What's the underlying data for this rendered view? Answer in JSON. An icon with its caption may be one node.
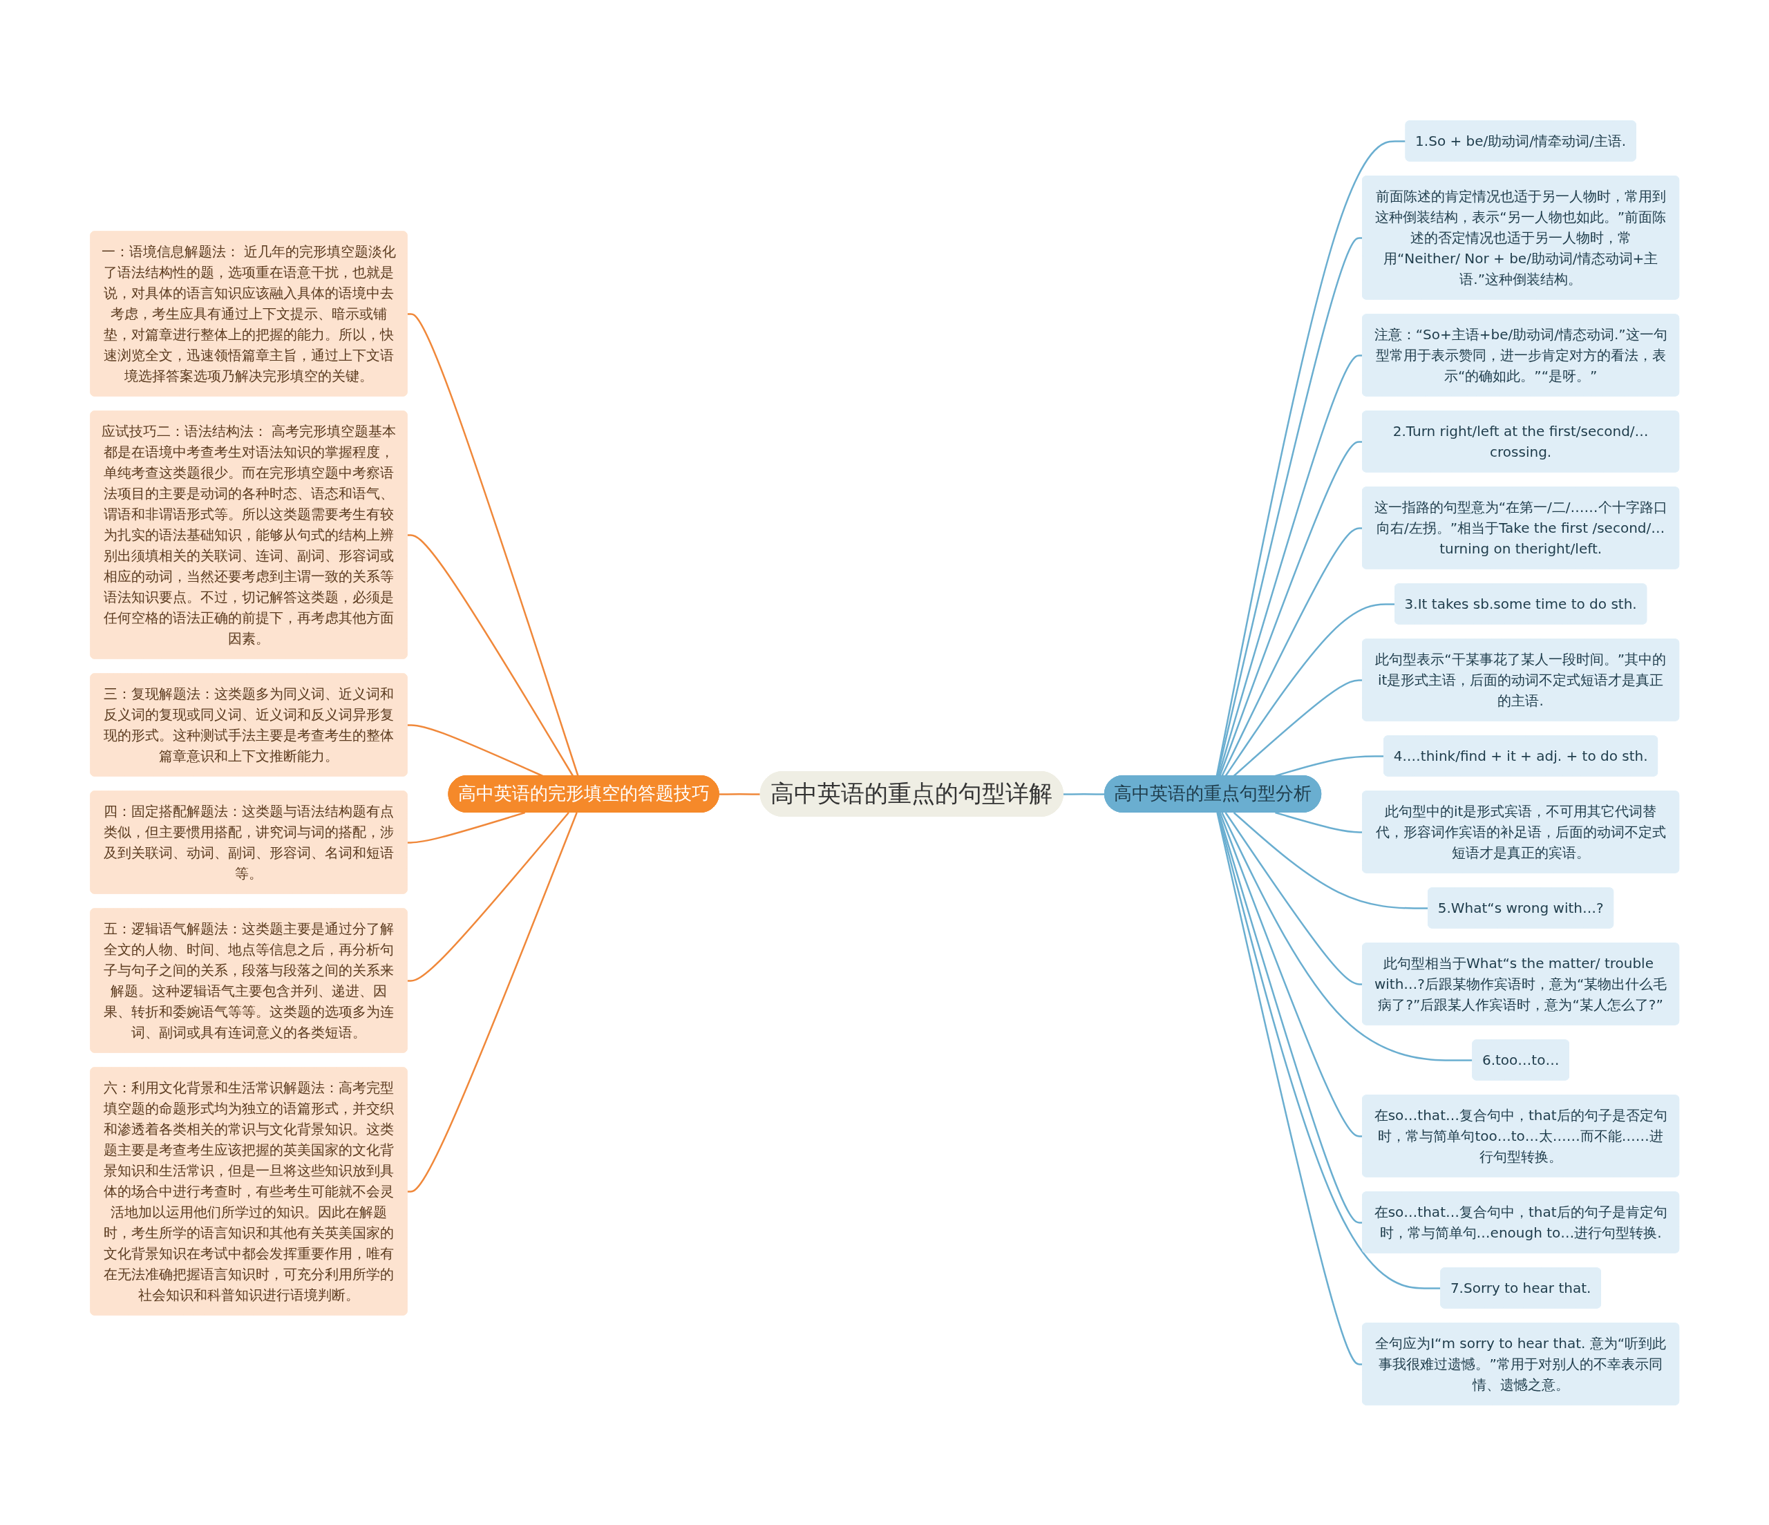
{
  "diagram": {
    "nodes": [
      {
        "text": [
          "高中英语的重点的句型详解"
        ]
      },
      {
        "text": [
          "高中英语的完形填空的答题技巧"
        ]
      },
      {
        "text": [
          "一：语境信息解题法： 近几年的完形填空题淡化了语法结构性的题，选项重在语意干扰，也就是说，对具体的语言知识应该融入具体的语境中去考虑，考生应具有通过上下文提示、暗示或铺垫，对篇章进行整体上的把握的能力。所以，快速浏览全文，迅速领悟篇章主旨，通过上下文语境选择答案选项乃解决完形填空的关键。"
        ]
      },
      {
        "text": [
          "应试技巧二：语法结构法： 高考完形填空题基本都是在语境中考查考生对语法知识的掌握程度，单纯考查这类题很少。而在完形填空题中考察语法项目的主要是动词的各种时态、语态和语气、谓语和非谓语形式等。所以这类题需要考生有较为扎实的语法基础知识，能够从句式的结构上辨别出须填相关的关联词、连词、副词、形容词或相应的动词，当然还要考虑到主谓一致的关系等语法知识要点。不过，切记解答这类题，必须是任何空格的语法正确的前提下，再考虑其他方面因素。"
        ]
      },
      {
        "text": [
          "三：复现解题法：这类题多为同义词、近义词和反义词的复现或同义词、近义词和反义词异形复现的形式。这种测试手法主要是考查考生的整体篇章意识和上下文推断能力。"
        ]
      },
      {
        "text": [
          "四：固定搭配解题法：这类题与语法结构题有点类似，但主要惯用搭配，讲究词与词的搭配，涉及到关联词、动词、副词、形容词、名词和短语等。"
        ]
      },
      {
        "text": [
          "五：逻辑语气解题法：这类题主要是通过分了解全文的人物、时间、地点等信息之后，再分析句子与句子之间的关系，段落与段落之间的关系来解题。这种逻辑语气主要包含并列、递进、因果、转折和委婉语气等等。这类题的选项多为连词、副词或具有连词意义的各类短语。"
        ]
      },
      {
        "text": [
          "六：利用文化背景和生活常识解题法：高考完型填空题的命题形式均为独立的语篇形式，并交织和渗透着各类相关的常识与文化背景知识。这类题主要是考查考生应该把握的英美国家的文化背景知识和生活常识，但是一旦将这些知识放到具体的场合中进行考查时，有些考生可能就不会灵活地加以运用他们所学过的知识。因此在解题时，考生所学的语言知识和其他有关英美国家的文化背景知识在考试中都会发挥重要作用，唯有在无法准确把握语言知识时，可充分利用所学的社会知识和科普知识进行语境判断。"
        ]
      },
      {
        "text": [
          "高中英语的重点句型分析"
        ]
      },
      {
        "text": [
          "1.So + be/助动词/情牵动词/主语."
        ]
      },
      {
        "text": [
          "前面陈述的肯定情况也适于另一人物时，常用到这种倒装结构，表示“另一人物也如此。”前面陈述的否定情况也适于另一人物时，常用“Neither/ Nor + be/助动词/情态动词+主语.”这种倒装结构。"
        ]
      },
      {
        "text": [
          "注意：“So+主语+be/助动词/情态动词.”这一句型常用于表示赞同，进一步肯定对方的看法，表示“的确如此。”“是呀。”"
        ]
      },
      {
        "text": [
          "2.Turn right/left at the first/second/…crossing."
        ]
      },
      {
        "text": [
          "这一指路的句型意为“在第一/二/……个十字路口向右/左拐。”相当于Take the first /second/…turning on theright/left."
        ]
      },
      {
        "text": [
          "3.It takes sb.some time to do sth."
        ]
      },
      {
        "text": [
          "此句型表示“干某事花了某人一段时间。”其中的it是形式主语，后面的动词不定式短语才是真正的主语."
        ]
      },
      {
        "text": [
          "4.…think/find + it + adj. + to do sth."
        ]
      },
      {
        "text": [
          "此句型中的it是形式宾语，不可用其它代词替代，形容词作宾语的补足语，后面的动词不定式短语才是真正的宾语。"
        ]
      },
      {
        "text": [
          "5.What“s wrong with…?"
        ]
      },
      {
        "text": [
          "此句型相当于What“s the matter/ trouble with…?后跟某物作宾语时，意为“某物出什么毛病了?”后跟某人作宾语时，意为“某人怎么了?”"
        ]
      },
      {
        "text": [
          "6.too…to…"
        ]
      },
      {
        "text": [
          "在so…that…复合句中，that后的句子是否定句时，常与简单句too…to…太……而不能……进行句型转换。"
        ]
      },
      {
        "text": [
          "在so…that…复合句中，that后的句子是肯定句时，常与简单句…enough to…进行句型转换."
        ]
      },
      {
        "text": [
          "7.Sorry to hear that."
        ]
      },
      {
        "text": [
          "全句应为I“m sorry to hear that. 意为“听到此事我很难过遗憾。”常用于对别人的不幸表示同情、遗憾之意。"
        ]
      }
    ],
    "edges": [
      {
        "from": 0,
        "to": 1,
        "arrow": "none",
        "color": "#f0883a"
      },
      {
        "from": 1,
        "to": 2,
        "arrow": "none",
        "color": "#f0883a"
      },
      {
        "from": 1,
        "to": 3,
        "arrow": "none",
        "color": "#f0883a"
      },
      {
        "from": 1,
        "to": 4,
        "arrow": "none",
        "color": "#f0883a"
      },
      {
        "from": 1,
        "to": 5,
        "arrow": "none",
        "color": "#f0883a"
      },
      {
        "from": 1,
        "to": 6,
        "arrow": "none",
        "color": "#f0883a"
      },
      {
        "from": 1,
        "to": 7,
        "arrow": "none",
        "color": "#f0883a"
      },
      {
        "from": 0,
        "to": 8,
        "arrow": "none"
      },
      {
        "from": 8,
        "to": 9,
        "arrow": "none"
      },
      {
        "from": 8,
        "to": 10,
        "arrow": "none"
      },
      {
        "from": 8,
        "to": 11,
        "arrow": "none"
      },
      {
        "from": 8,
        "to": 12,
        "arrow": "none"
      },
      {
        "from": 8,
        "to": 13,
        "arrow": "none"
      },
      {
        "from": 8,
        "to": 14,
        "arrow": "none"
      },
      {
        "from": 8,
        "to": 15,
        "arrow": "none"
      },
      {
        "from": 8,
        "to": 16,
        "arrow": "none"
      },
      {
        "from": 8,
        "to": 17,
        "arrow": "none"
      },
      {
        "from": 8,
        "to": 18,
        "arrow": "none"
      },
      {
        "from": 8,
        "to": 19,
        "arrow": "none"
      },
      {
        "from": 8,
        "to": 20,
        "arrow": "none"
      },
      {
        "from": 8,
        "to": 21,
        "arrow": "none"
      },
      {
        "from": 8,
        "to": 22,
        "arrow": "none"
      },
      {
        "from": 8,
        "to": 23,
        "arrow": "none"
      },
      {
        "from": 8,
        "to": 24,
        "arrow": "none"
      }
    ]
  }
}
